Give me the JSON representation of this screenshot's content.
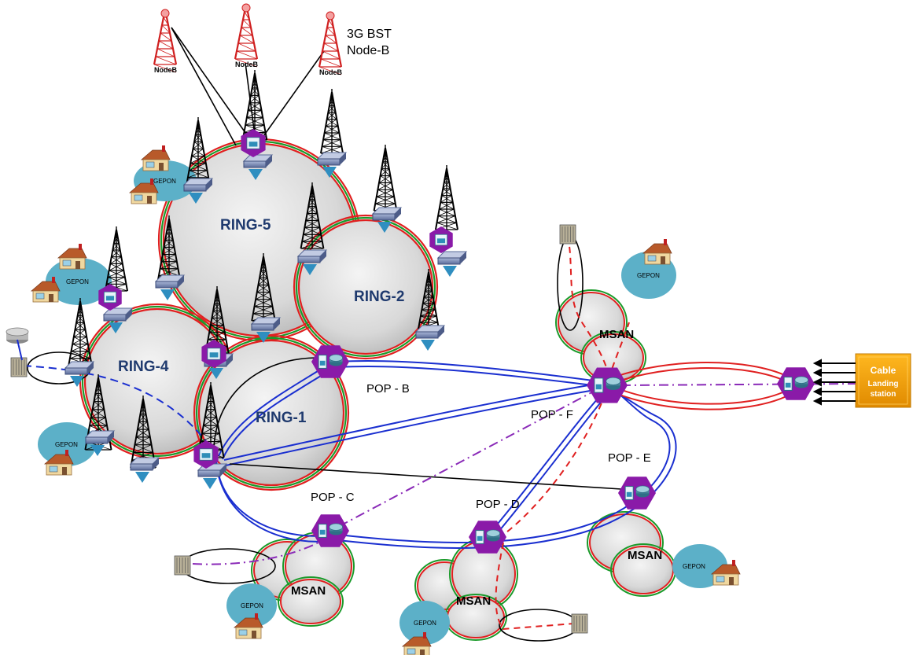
{
  "rings": [
    {
      "id": "ring5",
      "label": "RING-5"
    },
    {
      "id": "ring2",
      "label": "RING-2"
    },
    {
      "id": "ring4",
      "label": "RING-4"
    },
    {
      "id": "ring1",
      "label": "RING-1"
    }
  ],
  "pops": [
    {
      "id": "pop_b",
      "label": "POP - B"
    },
    {
      "id": "pop_f",
      "label": "POP - F"
    },
    {
      "id": "pop_e",
      "label": "POP - E"
    },
    {
      "id": "pop_c",
      "label": "POP - C"
    },
    {
      "id": "pop_d",
      "label": "POP - D"
    }
  ],
  "msan": {
    "label": "MSAN"
  },
  "gepon": {
    "label": "GEPON"
  },
  "nodeb": {
    "label": "NodeB"
  },
  "bst": {
    "line1": "3G BST",
    "line2": "Node-B"
  },
  "cable_station": {
    "line1": "Cable",
    "line2": "Landing",
    "line3": "station"
  },
  "colors": {
    "ring_fill": "#d9d9d9",
    "ring_red": "#e02020",
    "ring_green": "#1a9a2a",
    "backbone_blue": "#1a2fd0",
    "pop_purple": "#8a1aa8",
    "gepon_teal": "#5cb0c8",
    "cable_orange": "#f0a800",
    "tower_red": "#d02020",
    "dashdot_purple": "#8a2ab8"
  }
}
